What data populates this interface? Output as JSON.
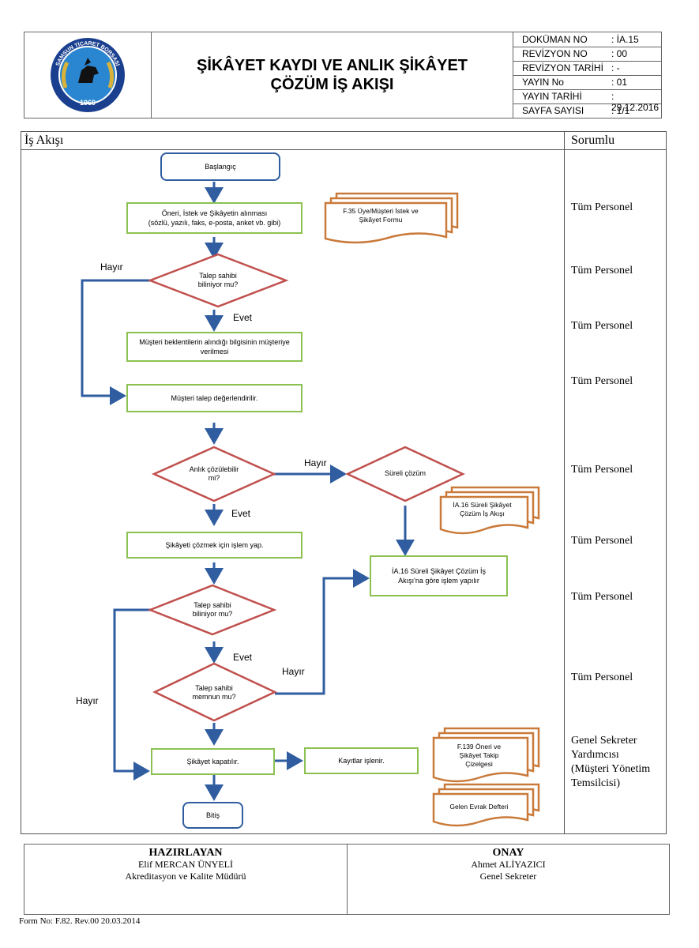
{
  "header": {
    "title_line1": "ŞİKÂYET KAYDI VE ANLIK ŞİKÂYET",
    "title_line2": "ÇÖZÜM İŞ AKIŞI",
    "logo": {
      "org_text": "SAMSUN TİCARET BORSASI",
      "year": "1969",
      "colors": {
        "ring": "#1a3f8f",
        "fill": "#2a86d0",
        "laurel": "#d9b23a"
      }
    },
    "meta": [
      {
        "key": "DOKÜMAN NO",
        "value": ": İA.15"
      },
      {
        "key": "REVİZYON NO",
        "value": ": 00"
      },
      {
        "key": "REVİZYON TARİHİ",
        "value": ": -"
      },
      {
        "key": "YAYIN No",
        "value": ": 01"
      },
      {
        "key": "YAYIN TARİHİ",
        "value": ": 29.12.2016"
      },
      {
        "key": "SAYFA SAYISI",
        "value": ": 1/1"
      }
    ]
  },
  "columns": {
    "flow": "İş Akışı",
    "responsible": "Sorumlu"
  },
  "responsibles": [
    "Tüm Personel",
    "Tüm Personel",
    "Tüm Personel",
    "Tüm Personel",
    "Tüm Personel",
    "Tüm Personel",
    "Tüm Personel",
    "Tüm Personel"
  ],
  "responsible_last": [
    "Genel Sekreter",
    "Yardımcısı",
    "(Müşteri Yönetim",
    "Temsilcisi)"
  ],
  "flow": {
    "start": "Başlangıç",
    "receive_line1": "Öneri, İstek ve Şikâyetin alınması",
    "receive_line2": "(sözlü, yazılı, faks, e-posta, anket vb. gibi)",
    "doc_form35_line1": "F.35 Üye/Müşteri İstek ve",
    "doc_form35_line2": "Şikâyet Formu",
    "decision1_line1": "Talep sahibi",
    "decision1_line2": "biliniyor mu?",
    "no1": "Hayır",
    "yes1": "Evet",
    "inform_line1": "Müşteri beklentilerin alındığı bilgisinin müşteriye",
    "inform_line2": "verilmesi",
    "evaluate": "Müşteri talep değerlendirilir.",
    "decision2_line1": "Anlık çözülebilir",
    "decision2_line2": "mi?",
    "no2": "Hayır",
    "yes2": "Evet",
    "timed": "Süreli çözüm",
    "doc_ia16_line1": "İA.16 Süreli Şikâyet",
    "doc_ia16_line2": "Çözüm İş Akışı",
    "solve": "Şikâyeti çözmek için işlem yap.",
    "process_ia16_line1": "İA.16 Süreli Şikâyet Çözüm İş",
    "process_ia16_line2": "Akışı'na göre işlem yapılır",
    "decision3_line1": "Talep sahibi",
    "decision3_line2": "biliniyor mu?",
    "yes3": "Evet",
    "no3": "Hayır",
    "decision4_line1": "Talep sahibi",
    "decision4_line2": "memnun mu?",
    "no4": "Hayır",
    "close": "Şikâyet kapatılır.",
    "record": "Kayıtlar işlenir.",
    "doc_f139_line1": "F.139 Öneri ve",
    "doc_f139_line2": "Şikâyet Takip",
    "doc_f139_line3": "Çizelgesi",
    "doc_ledger": "Gelen Evrak Defteri",
    "end": "Bitiş",
    "colors": {
      "process": "#8cc152",
      "terminal": "#2f5da0",
      "decision": "#c0504d",
      "document": "#c97a3a",
      "arrow": "#2f5da0"
    }
  },
  "footer": {
    "prepared_title": "HAZIRLAYAN",
    "prepared_name": "Elif MERCAN ÜNYELİ",
    "prepared_role": "Akreditasyon ve Kalite Müdürü",
    "approval_title": "ONAY",
    "approval_name": "Ahmet ALİYAZICI",
    "approval_role": "Genel Sekreter",
    "form_no": "Form No: F.82. Rev.00 20.03.2014"
  }
}
